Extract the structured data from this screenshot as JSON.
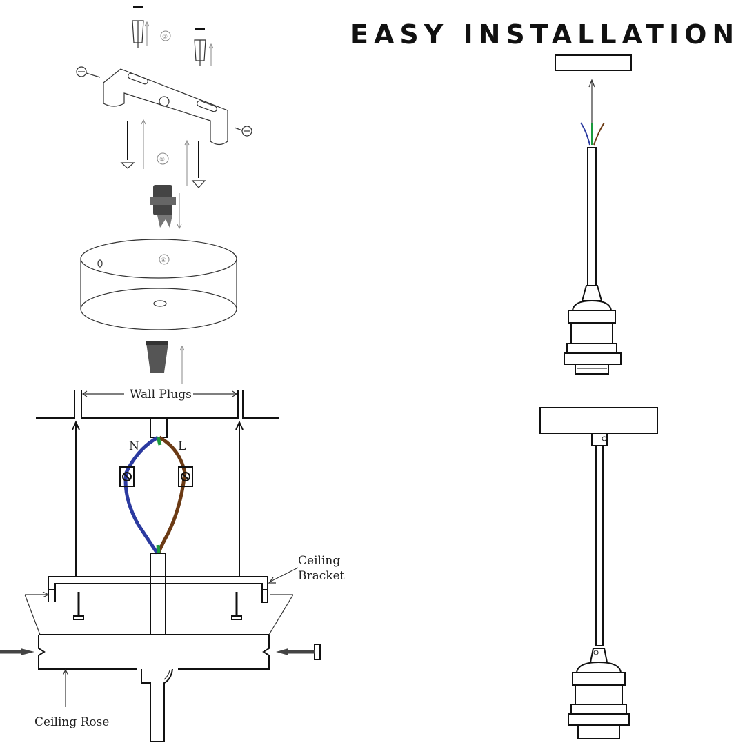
{
  "title": "EASY INSTALLATION",
  "labels": {
    "wall_plugs": "Wall Plugs",
    "neutral": "N",
    "live": "L",
    "ceiling_bracket_line1": "Ceiling",
    "ceiling_bracket_line2": "Bracket",
    "ceiling_rose": "Ceiling Rose"
  },
  "step_markers": [
    "①",
    "②",
    "④"
  ],
  "colors": {
    "neutral_wire": "#2b3aa0",
    "live_wire": "#6b3a14",
    "earth_wire": "#1a9a3c"
  }
}
